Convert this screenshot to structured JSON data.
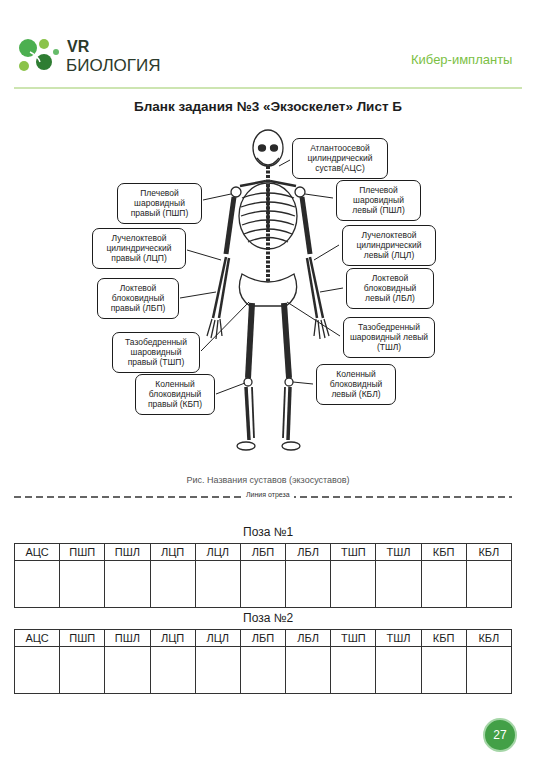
{
  "diagram": {
    "title": "Бланк задания №3 «Экзоскелет» Лист Б",
    "caption": "Рис. Названия суставов (экзосуставов)",
    "nodes": [
      {
        "text": [
          "Атлантоосевой цилиндрический сустав(АЦС)"
        ]
      },
      {
        "text": [
          "Плечевой шаровидный правый (ПШП)"
        ]
      },
      {
        "text": [
          "Плечевой шаровидный левый (ПШЛ)"
        ]
      },
      {
        "text": [
          "Лучелоктевой цилиндрический правый (ЛЦП)"
        ]
      },
      {
        "text": [
          "Лучелоктевой цилиндрический левый (ЛЦЛ)"
        ]
      },
      {
        "text": [
          "Локтевой блоковидный правый (ЛБП)"
        ]
      },
      {
        "text": [
          "Локтевой блоковидный левый (ЛБЛ)"
        ]
      },
      {
        "text": [
          "Тазобедренный шаровидный правый (ТШП)"
        ]
      },
      {
        "text": [
          "Тазобедренный шаровидный левый (ТШЛ)"
        ]
      },
      {
        "text": [
          "Коленный блоковидный правый (КБП)"
        ]
      },
      {
        "text": [
          "Коленный блоковидный левый (КБЛ)"
        ]
      },
      {
        "text": [
          "27"
        ]
      }
    ],
    "labels": [
      "VR",
      "БИОЛОГИЯ",
      "Кибер-импланты",
      "Линия отреза",
      "Поза №1",
      "АЦС",
      "ПШП",
      "ПШЛ",
      "ЛЦП",
      "ЛЦЛ",
      "ЛБП",
      "ЛБЛ",
      "ТШП",
      "ТШЛ",
      "КБП",
      "КБЛ",
      "Поза №2",
      "АЦС",
      "ПШП",
      "ПШЛ",
      "ЛЦП",
      "ЛЦЛ",
      "ЛБП",
      "ЛБЛ",
      "ТШП",
      "ТШЛ",
      "КБП",
      "КБЛ"
    ]
  }
}
